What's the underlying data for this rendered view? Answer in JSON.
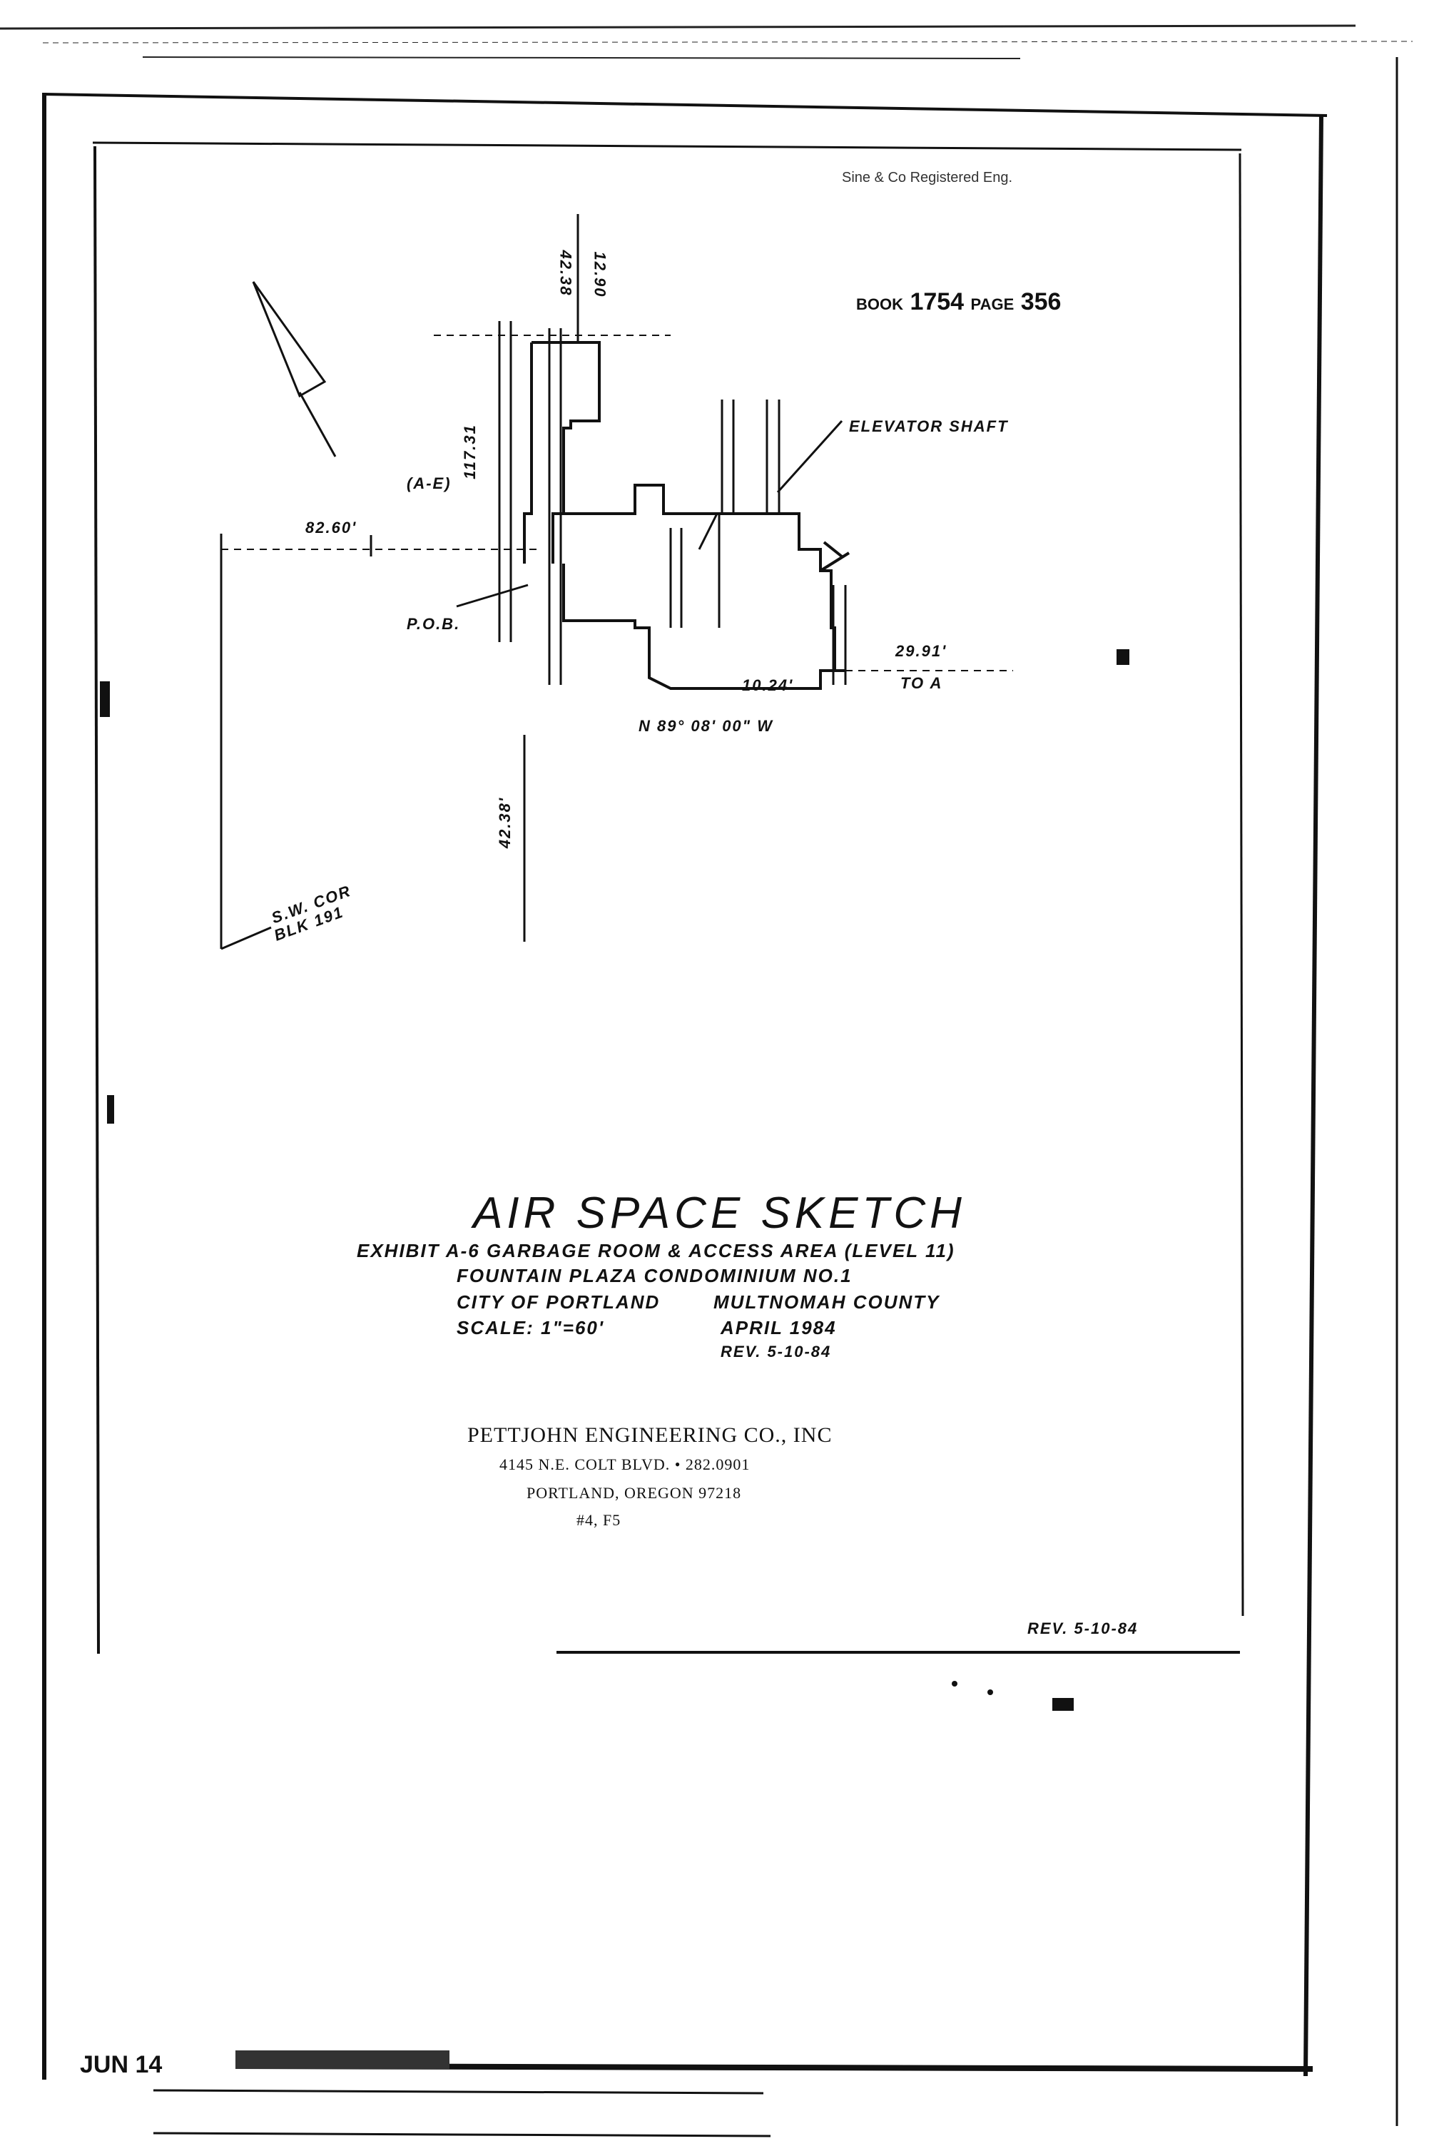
{
  "header": {
    "certification": "Sine & Co Registered Eng.",
    "book_ref": "1754",
    "book_prefix": "BOOK",
    "page_prefix": "PAGE",
    "page_ref": "356"
  },
  "sketch": {
    "labels": {
      "elevator_shaft": "ELEVATOR SHAFT",
      "ae": "(A-E)",
      "pob": "P.O.B.",
      "sw_cor": "S.W. COR",
      "blk": "BLK 191",
      "bearing": "N 89° 08' 00\" W",
      "to_a": "TO A",
      "dist_to_a": "29.91'",
      "left_dist": "82.60'",
      "dim_1": "42.38",
      "dim_2": "12.90",
      "dim_3": "117.31",
      "dim_4": "42.38'",
      "dim_5": "10.24'"
    }
  },
  "title": {
    "main": "AIR SPACE SKETCH",
    "exhibit": "EXHIBIT A-6 GARBAGE ROOM & ACCESS AREA (LEVEL 11)",
    "project": "FOUNTAIN PLAZA CONDOMINIUM NO.1",
    "city": "CITY OF PORTLAND",
    "county": "MULTNOMAH COUNTY",
    "scale": "SCALE: 1\"=60'",
    "date": "APRIL 1984",
    "rev": "REV. 5-10-84"
  },
  "company": {
    "name": "PETTJOHN ENGINEERING CO., INC",
    "address": "4145 N.E. COLT BLVD. • 282.0901",
    "city": "PORTLAND, OREGON 97218",
    "code": "#4, F5"
  },
  "footer": {
    "rev_note": "REV. 5-10-84",
    "stamp": "JUN 14"
  }
}
